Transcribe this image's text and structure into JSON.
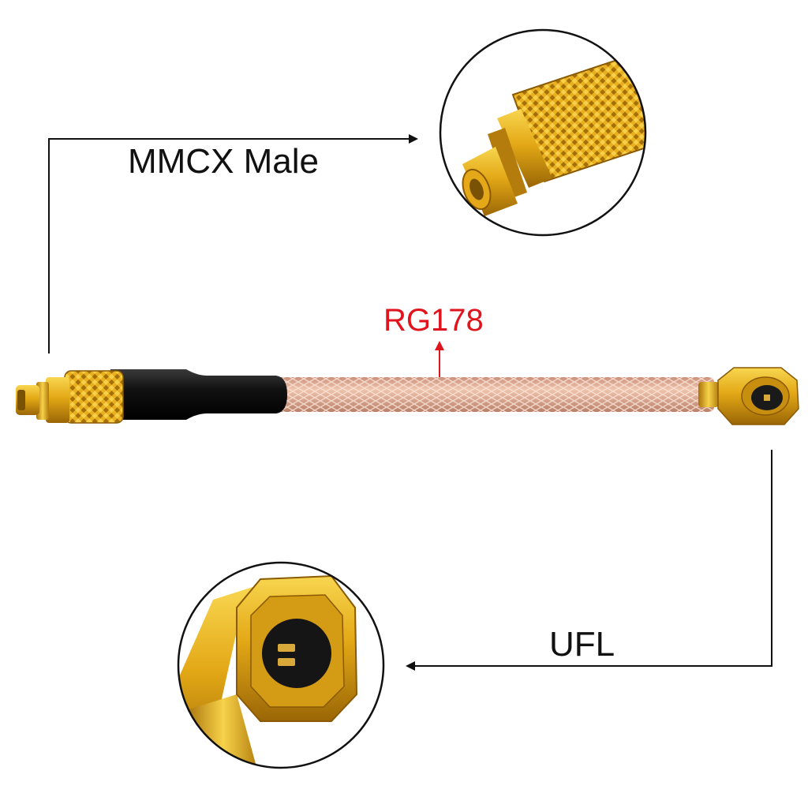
{
  "labels": {
    "mmcx": "MMCX Male",
    "cable": "RG178",
    "ufl": "UFL"
  },
  "colors": {
    "cable_label": "#e0141c",
    "gold": "#e3a816",
    "gold_dark": "#a8720a",
    "gold_light": "#f7d24a",
    "cable_jacket": "#d9a58a",
    "heatshrink": "#111111",
    "line": "#111111"
  }
}
